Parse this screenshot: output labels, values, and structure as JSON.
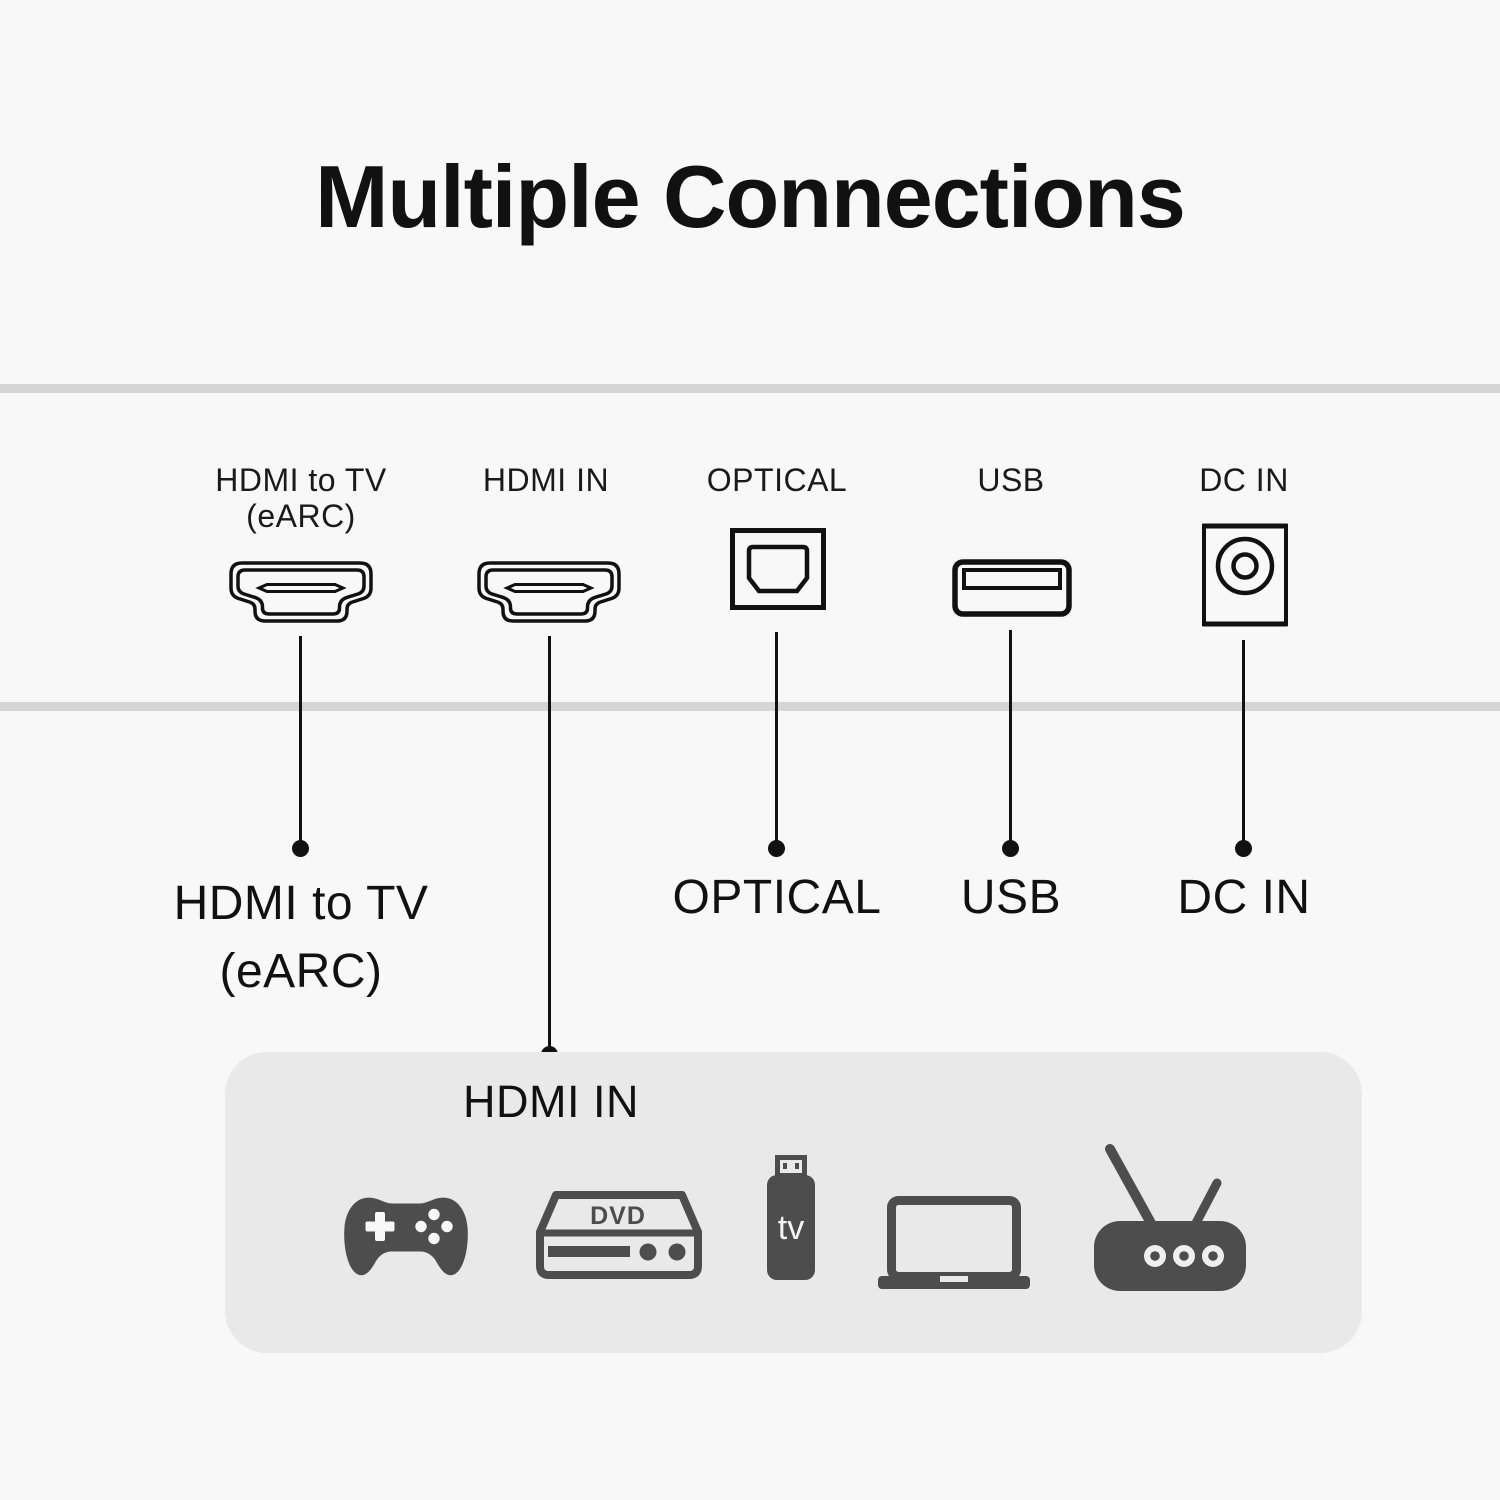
{
  "title": "Multiple Connections",
  "colors": {
    "background": "#f8f8f8",
    "divider_line": "#d5d5d5",
    "ink": "#111111",
    "box_background": "#e9e9e9",
    "device_icon_gray": "#4d4d4d"
  },
  "ports": [
    {
      "top_label_line1": "HDMI to TV",
      "top_label_line2": "(eARC)",
      "bottom_label_line1": "HDMI to TV",
      "bottom_label_line2": "(eARC)"
    },
    {
      "top_label": "HDMI IN"
    },
    {
      "top_label": "OPTICAL",
      "bottom_label": "OPTICAL"
    },
    {
      "top_label": "USB",
      "bottom_label": "USB"
    },
    {
      "top_label": "DC IN",
      "bottom_label": "DC IN"
    }
  ],
  "hdmi_in_box": {
    "label": "HDMI IN",
    "devices": [
      {
        "name": "game-controller"
      },
      {
        "name": "dvd-player",
        "text": "DVD"
      },
      {
        "name": "tv-stick",
        "text": "tv"
      },
      {
        "name": "laptop"
      },
      {
        "name": "wifi-router"
      }
    ]
  }
}
